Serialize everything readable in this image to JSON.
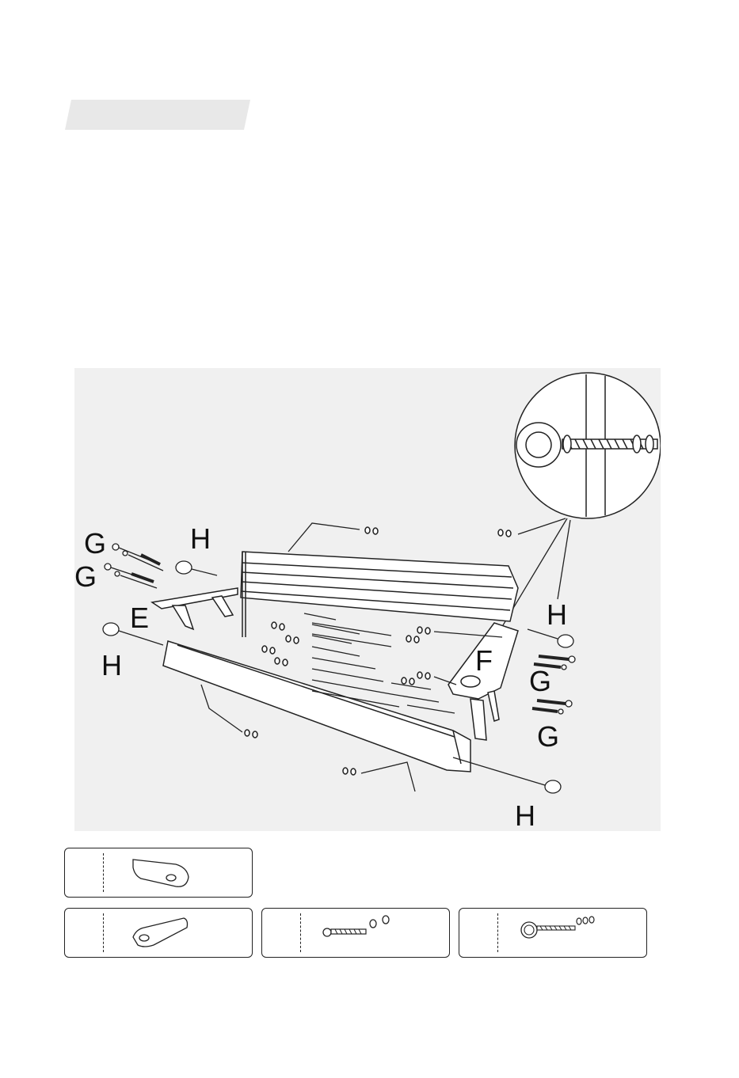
{
  "step": {
    "title": ""
  },
  "callouts": {
    "g_top1": "G",
    "g_top2": "G",
    "e_left": "E",
    "h_top_left": "H",
    "h_left": "H",
    "h_right_top": "H",
    "f_right": "F",
    "g_right1": "G",
    "g_right2": "G",
    "h_bottom_right": "H"
  },
  "parts": [
    {
      "code": "",
      "name": "right-armrest"
    },
    {
      "code": "",
      "name": "left-armrest"
    },
    {
      "code": "",
      "name": "carriage-bolt-with-washers"
    },
    {
      "code": "",
      "name": "eye-bolt-with-washers"
    }
  ]
}
